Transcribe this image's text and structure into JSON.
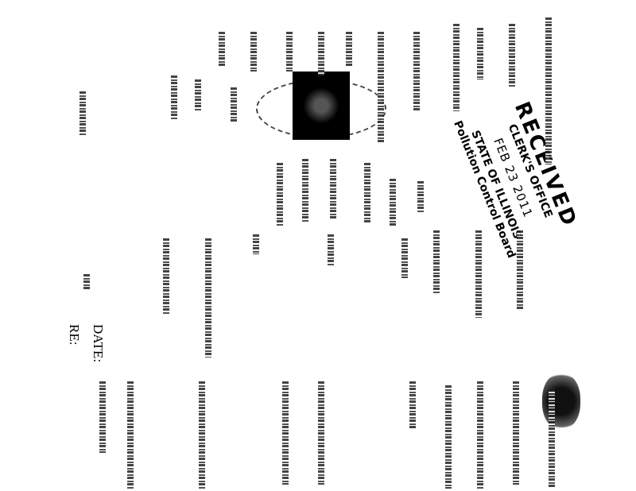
{
  "stamp": {
    "received": "RECEIVED",
    "clerks_office": "CLERK'S OFFICE",
    "date": "FEB 23 2011",
    "state": "STATE OF ILLINOIS",
    "board": "Pollution Control Board"
  },
  "memo": {
    "date_label": "DATE:",
    "re_label": "RE:"
  }
}
